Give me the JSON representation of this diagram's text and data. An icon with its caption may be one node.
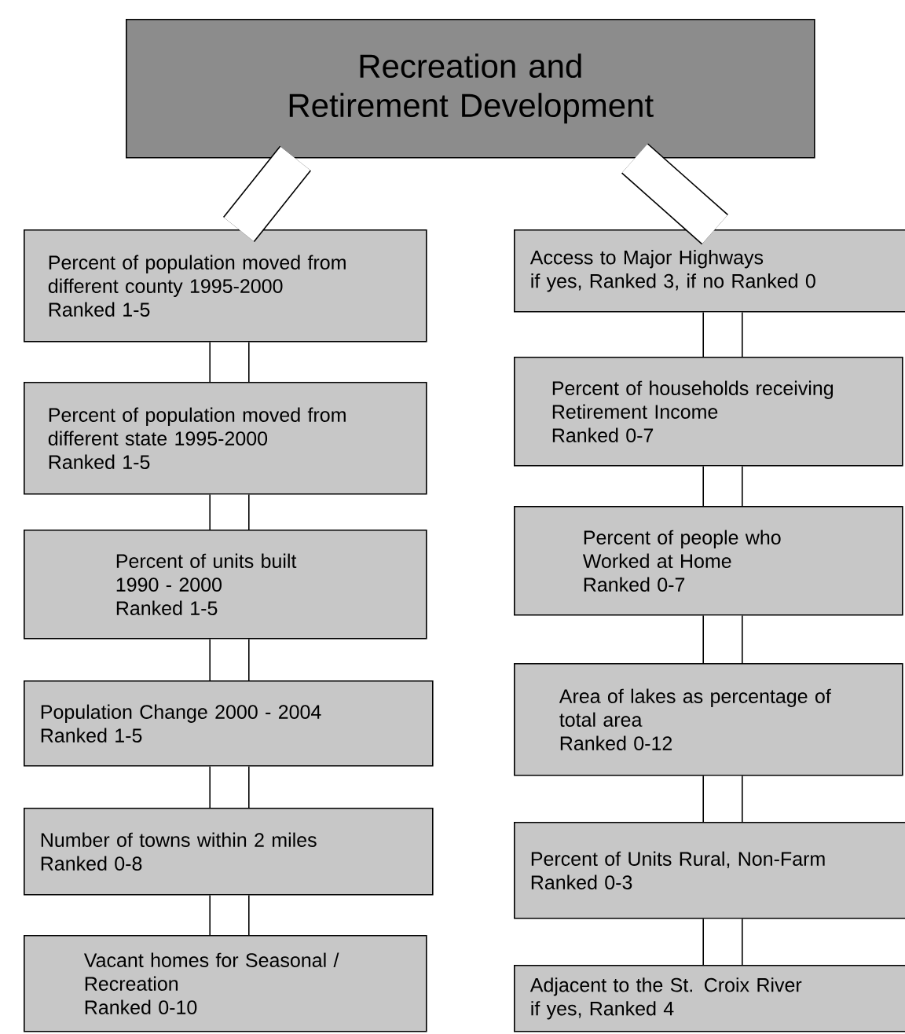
{
  "diagram": {
    "nodes": [
      {
        "text": [
          "Recreation and Retirement Development"
        ]
      },
      {
        "text": [
          "Percent of population moved from different county 1995-2000",
          "Ranked 1-5"
        ]
      },
      {
        "text": [
          "Percent of population moved from different state 1995-2000",
          "Ranked 1-5"
        ]
      },
      {
        "text": [
          "Percent of units built 1990 - 2000",
          "Ranked 1-5"
        ]
      },
      {
        "text": [
          "Population Change 2000 - 2004",
          "Ranked 1-5"
        ]
      },
      {
        "text": [
          "Number of towns within 2 miles",
          "Ranked 0-8"
        ]
      },
      {
        "text": [
          "Vacant homes for Seasonal / Recreation",
          "Ranked 0-10"
        ]
      },
      {
        "text": [
          "Access to Major Highways",
          "if yes, Ranked 3, if no Ranked 0"
        ]
      },
      {
        "text": [
          "Percent of households receiving Retirement Income",
          "Ranked 0-7"
        ]
      },
      {
        "text": [
          "Percent of people who Worked at Home",
          "Ranked 0-7"
        ]
      },
      {
        "text": [
          "Area of lakes as percentage of total area",
          "Ranked 0-12"
        ]
      },
      {
        "text": [
          "Percent of Units Rural, Non-Farm",
          "Ranked 0-3"
        ]
      },
      {
        "text": [
          "Adjacent to the St. Croix River",
          "if yes, Ranked 4"
        ]
      }
    ],
    "edges": [
      {
        "from": 0,
        "to": 1,
        "arrow": "none"
      },
      {
        "from": 1,
        "to": 2,
        "arrow": "none"
      },
      {
        "from": 2,
        "to": 3,
        "arrow": "none"
      },
      {
        "from": 3,
        "to": 4,
        "arrow": "none"
      },
      {
        "from": 4,
        "to": 5,
        "arrow": "none"
      },
      {
        "from": 5,
        "to": 6,
        "arrow": "none"
      },
      {
        "from": 0,
        "to": 7,
        "arrow": "none"
      },
      {
        "from": 7,
        "to": 8,
        "arrow": "none"
      },
      {
        "from": 8,
        "to": 9,
        "arrow": "none"
      },
      {
        "from": 9,
        "to": 10,
        "arrow": "none"
      },
      {
        "from": 10,
        "to": 11,
        "arrow": "none"
      },
      {
        "from": 11,
        "to": 12,
        "arrow": "none"
      }
    ]
  }
}
